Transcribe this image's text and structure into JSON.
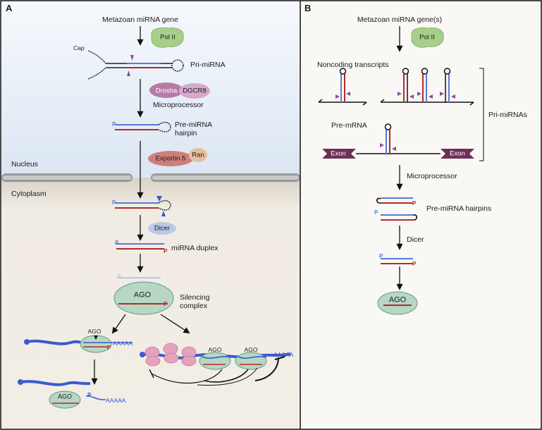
{
  "panel_a": {
    "label": "A",
    "gene": "Metazoan miRNA gene",
    "pol": "Pol II",
    "cap": "Cap",
    "pri": "Pri-miRNA",
    "drosha": "Drosha",
    "dgcr8": "DGCR8",
    "microprocessor": "Microprocessor",
    "pre_line1": "Pre-miRNA",
    "pre_line2": "hairpin",
    "exportin": "Exportin 5",
    "ran": "Ran",
    "nucleus": "Nucleus",
    "cytoplasm": "Cytoplasm",
    "dicer": "Dicer",
    "duplex": "miRNA duplex",
    "ago": "AGO",
    "silencing_line1": "Silencing",
    "silencing_line2": "complex",
    "polya": "AAAAA",
    "p": "P"
  },
  "panel_b": {
    "label": "B",
    "gene": "Metazoan miRNA gene(s)",
    "pol": "Pol II",
    "noncoding": "Noncoding transcripts",
    "pre_mrna": "Pre-mRNA",
    "exon": "Exon",
    "pri_mirnas": "Pri-miRNAs",
    "microprocessor": "Microprocessor",
    "hairpins": "Pre-miRNA hairpins",
    "dicer": "Dicer",
    "ago": "AGO",
    "p": "P"
  },
  "colors": {
    "nucleus_bg": "#eaf0f8",
    "cytoplasm_bg": "#f3eee5",
    "panel_b_bg": "#faf8f5",
    "guide_strand": "#b22b2b",
    "passenger_strand": "#5a7ad8",
    "pol_ii": "#a8cf8a",
    "drosha": "#b77aa8",
    "dgcr8": "#d7a7cc",
    "exportin": "#cf7f7a",
    "ran": "#e6bf9a",
    "dicer": "#b9c9ea",
    "ago": "#b6d7c4",
    "ribosome": "#e4a2bf",
    "exon": "#6d2f57",
    "cleavage_marker": "#8a4a9a"
  }
}
